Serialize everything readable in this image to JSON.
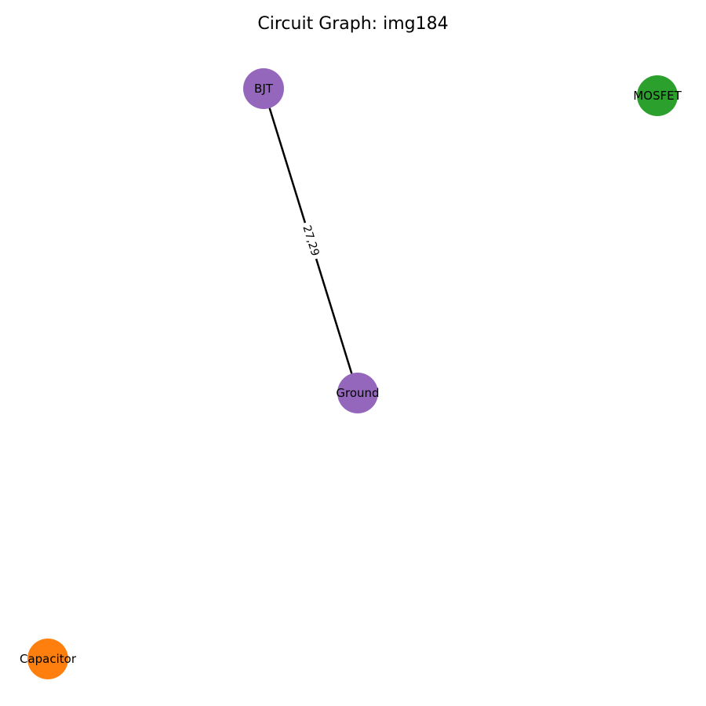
{
  "title": "Circuit Graph: img184",
  "nodes": [
    {
      "id": "bjt",
      "label": "BJT",
      "color": "#9467bd"
    },
    {
      "id": "mosfet",
      "label": "MOSFET",
      "color": "#2ca02c"
    },
    {
      "id": "ground",
      "label": "Ground",
      "color": "#9467bd"
    },
    {
      "id": "capacitor",
      "label": "Capacitor",
      "color": "#ff7f0e"
    }
  ],
  "edges": [
    {
      "source": "bjt",
      "target": "ground",
      "label": "27,29",
      "color": "#000000"
    }
  ]
}
